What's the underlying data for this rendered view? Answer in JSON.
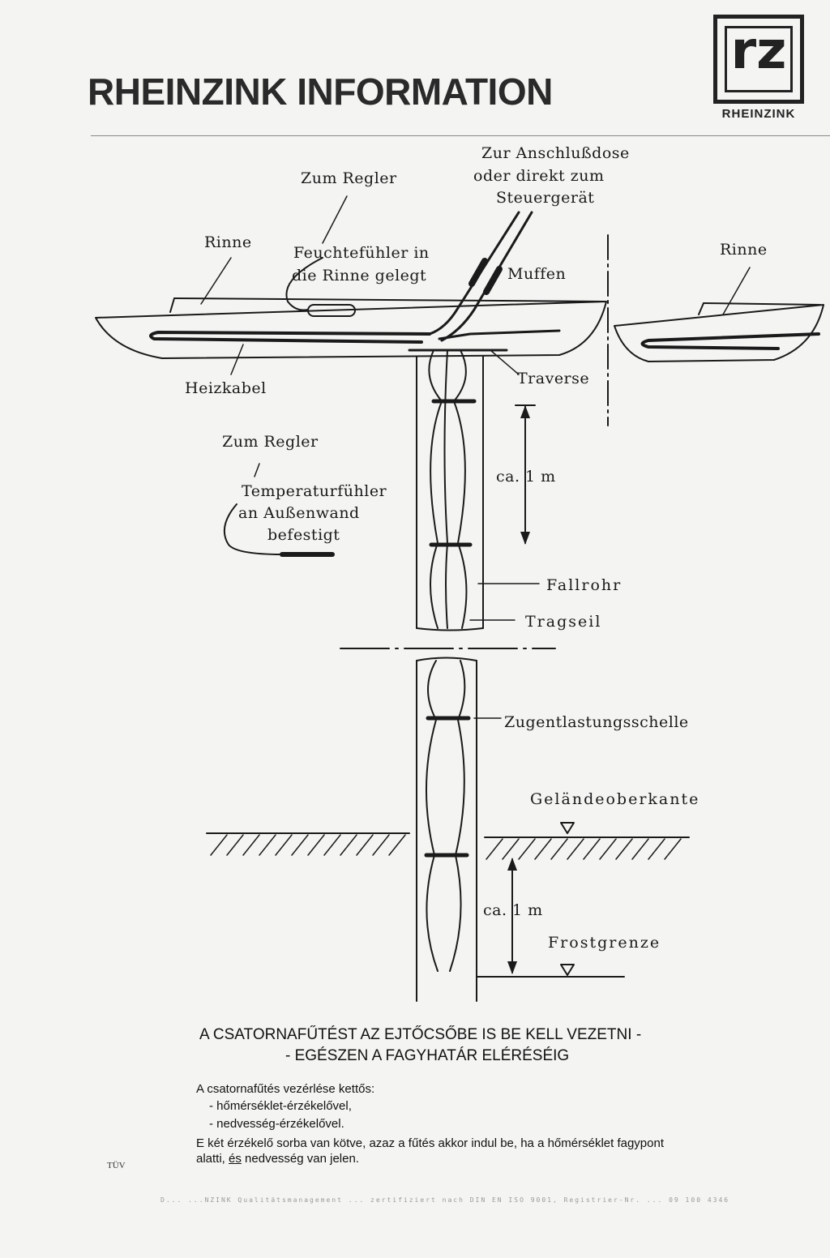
{
  "header": {
    "title": "RHEINZINK INFORMATION",
    "logo_text": "RHEINZINK"
  },
  "labels": {
    "zum_regler_top": "Zum Regler",
    "anschluss_1": "Zur Anschlußdose",
    "anschluss_2": "oder direkt zum",
    "anschluss_3": "Steuergerät",
    "rinne_left": "Rinne",
    "rinne_right": "Rinne",
    "feuchte_1": "Feuchtefühler in",
    "feuchte_2": "die Rinne gelegt",
    "muffen": "Muffen",
    "heizkabel": "Heizkabel",
    "traverse": "Traverse",
    "zum_regler_mid": "Zum Regler",
    "temp_1": "Temperaturfühler",
    "temp_2": "an Außenwand",
    "temp_3": "befestigt",
    "ca_1m_top": "ca. 1 m",
    "fallrohr": "Fallrohr",
    "tragseil": "Tragseil",
    "zugentlastung": "Zugentlastungsschelle",
    "gelaende": "Geländeoberkante",
    "ca_1m_bottom": "ca. 1 m",
    "frostgrenze": "Frostgrenze"
  },
  "caption": {
    "line1": "A CSATORNAFŰTÉST AZ EJTŐCSŐBE IS BE KELL VEZETNI -",
    "line2": "-   EGÉSZEN A FAGYHATÁR ELÉRÉSÉIG"
  },
  "notes": {
    "intro": "A csatornafűtés vezérlése kettős:",
    "item1": "-  hőmérséklet-érzékelővel,",
    "item2": "-  nedvesség-érzékelővel.",
    "para1": "E két érzékelő sorba van kötve, azaz a fűtés akkor indul be, ha a hőmérséklet fagypont",
    "para2_a": "alatti, ",
    "para2_b": "és",
    "para2_c": " nedvesség van jelen."
  },
  "footer": {
    "tuv": "TÜV",
    "cert": "D... ...NZINK Qualitätsmanagement ... zertifiziert nach DIN EN ISO 9001, Registrier-Nr. ... 09 100 4346"
  }
}
